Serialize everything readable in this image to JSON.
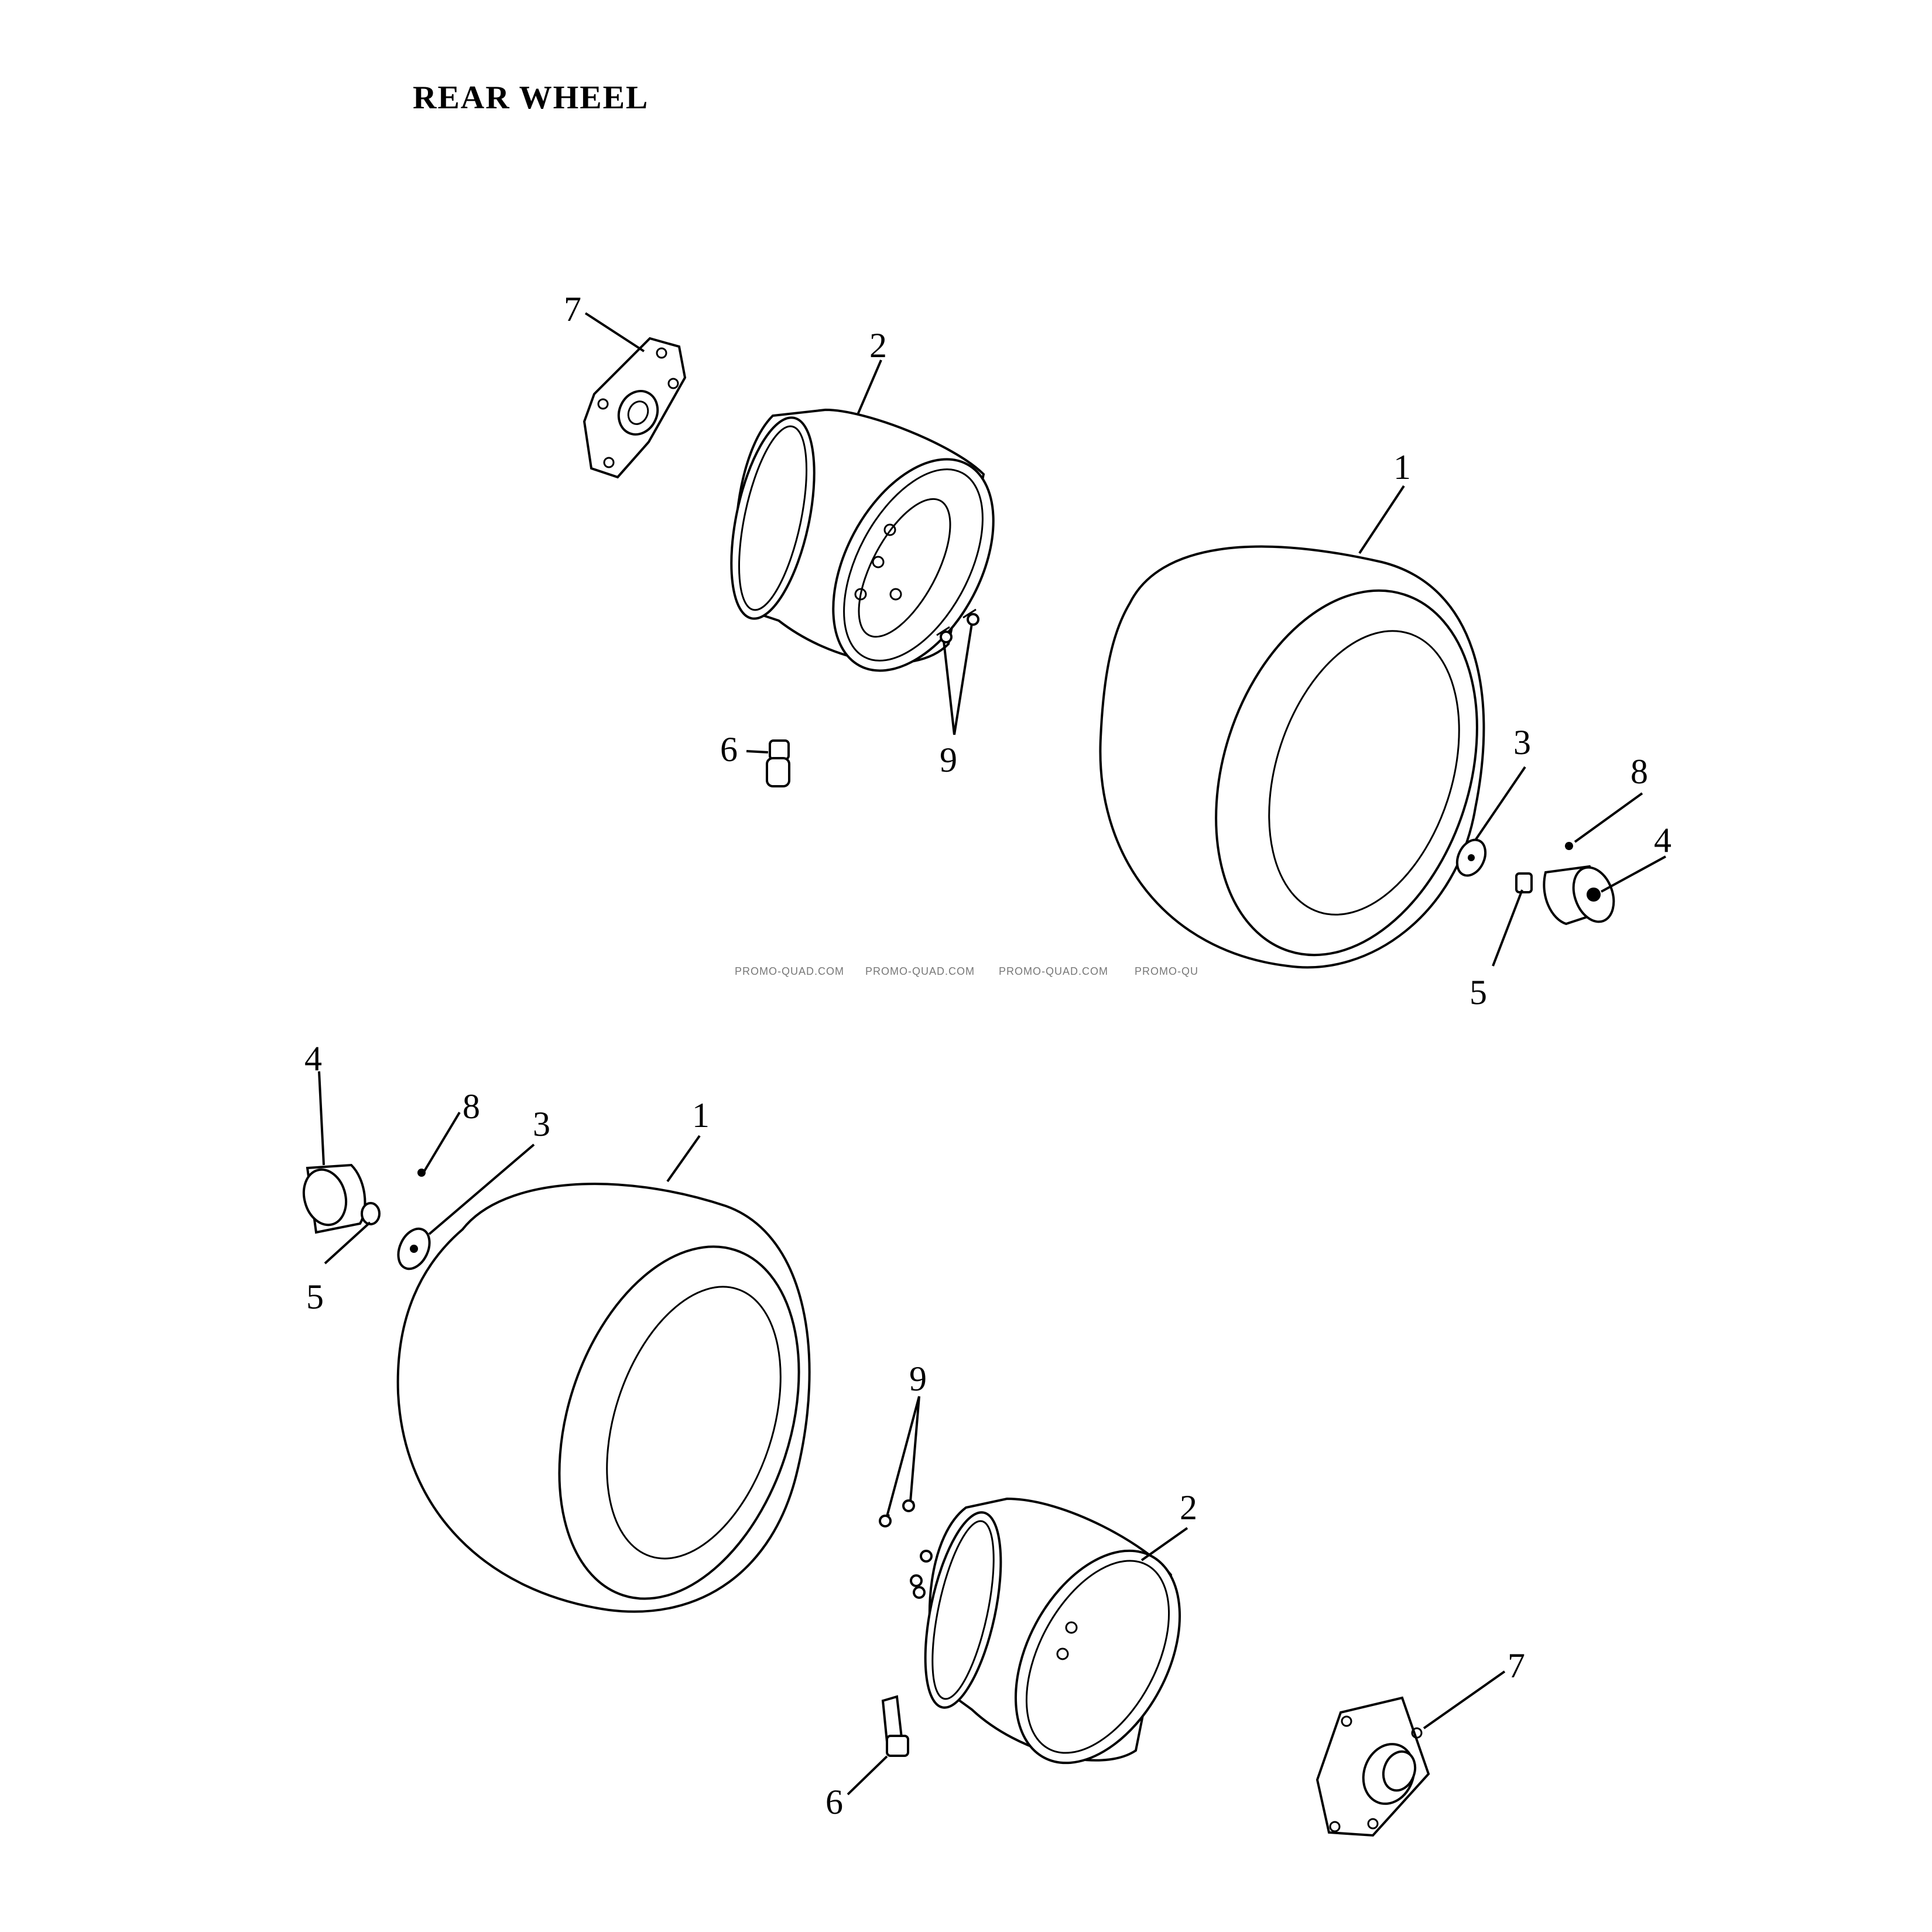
{
  "title": "REAR WHEEL",
  "callouts": {
    "upper": {
      "tire": "1",
      "rim": "2",
      "washer": "3",
      "cap": "4",
      "nut": "5",
      "valve": "6",
      "hub": "7",
      "pin": "8",
      "bolts": "9"
    },
    "lower": {
      "tire": "1",
      "rim": "2",
      "washer": "3",
      "cap": "4",
      "nut": "5",
      "valve": "6",
      "hub": "7",
      "pin": "8",
      "bolts": "9"
    }
  },
  "watermark": [
    "PROMO-QUAD.COM",
    "PROMO-QUAD.COM",
    "PROMO-QUAD.COM",
    "PROMO-QU"
  ]
}
